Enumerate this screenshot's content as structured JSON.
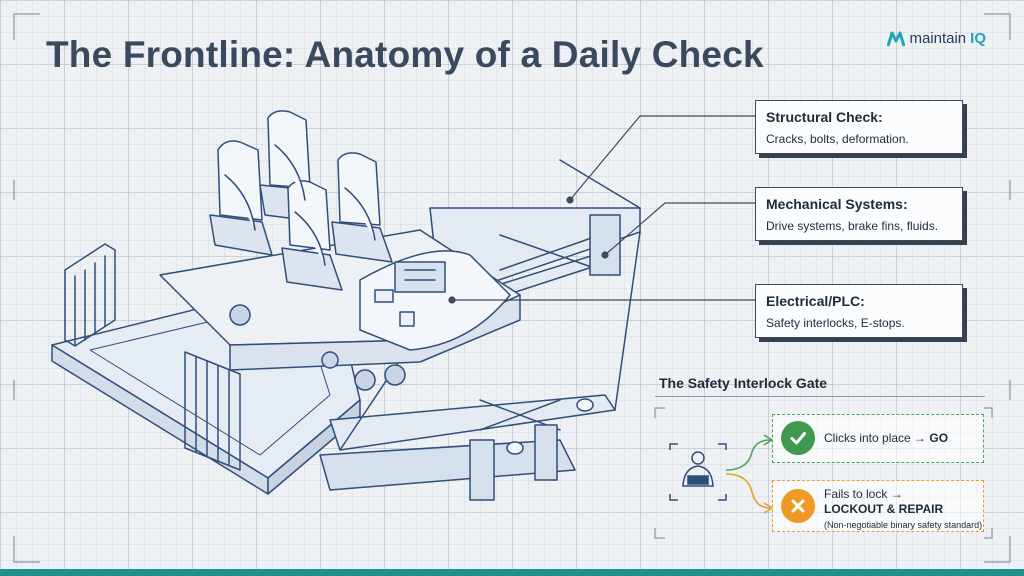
{
  "title": "The Frontline: Anatomy of a Daily Check",
  "logo": {
    "prefix": "maintain",
    "suffix": "IQ",
    "icon": "maintainiq-logo-icon",
    "accent": "#20a6b8"
  },
  "callouts": [
    {
      "heading": "Structural Check:",
      "body": "Cracks, bolts, deformation."
    },
    {
      "heading": "Mechanical Systems:",
      "body": "Drive systems, brake fins, fluids."
    },
    {
      "heading": "Electrical/PLC:",
      "body": "Safety interlocks, E-stops."
    }
  ],
  "gate": {
    "title": "The Safety Interlock Gate",
    "go": {
      "text": "Clicks into place",
      "arrow": "→",
      "result": "GO",
      "color": "#3f9a4f",
      "icon": "check-icon"
    },
    "stop": {
      "text": "Fails to lock",
      "arrow": "→",
      "result": "LOCKOUT & REPAIR",
      "note": "(Non-negotiable binary safety standard)",
      "color": "#ef9a26",
      "icon": "x-icon"
    }
  },
  "colors": {
    "blueprint": "#2f4f7a",
    "bottom_bar": "#1f8f8a"
  }
}
